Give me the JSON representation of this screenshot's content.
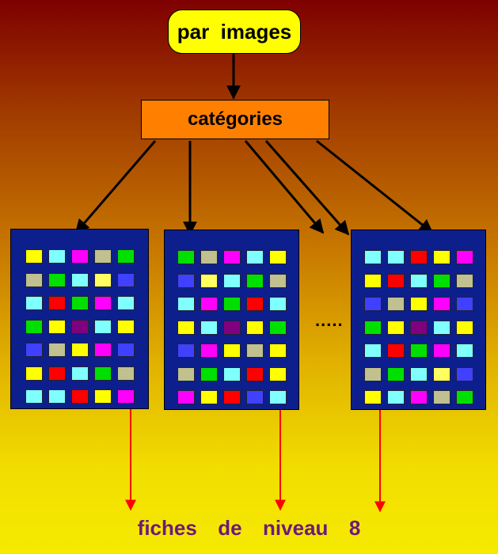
{
  "nodes": {
    "root": "par  images",
    "category": "catégories"
  },
  "ellipsis": ".....",
  "footer_label": "fiches  de  niveau  8",
  "colors": {
    "background_top": "#7e0000",
    "background_bottom": "#f6ea00",
    "root_fill": "#ffff00",
    "category_fill": "#ff8000",
    "panel_fill": "#0d1f8c",
    "arrow_black": "#000000",
    "arrow_red": "#ff0000",
    "footer_text": "#6b1a7a"
  },
  "palette": {
    "Y": "#ffff00",
    "C": "#80ffff",
    "M": "#ff00ff",
    "T": "#c0c090",
    "G": "#00e000",
    "B": "#4040ff",
    "R": "#ff0000",
    "P": "#800080",
    "L": "#ffff60"
  },
  "panels": [
    {
      "id": "panel-1",
      "grid": [
        [
          "Y",
          "C",
          "M",
          "T",
          "G"
        ],
        [
          "T",
          "G",
          "C",
          "L",
          "B"
        ],
        [
          "C",
          "R",
          "G",
          "M",
          "C"
        ],
        [
          "G",
          "Y",
          "P",
          "C",
          "Y"
        ],
        [
          "B",
          "T",
          "Y",
          "M",
          "B"
        ],
        [
          "Y",
          "R",
          "C",
          "G",
          "T"
        ],
        [
          "C",
          "C",
          "R",
          "Y",
          "M"
        ]
      ]
    },
    {
      "id": "panel-2",
      "grid": [
        [
          "G",
          "T",
          "M",
          "C",
          "Y"
        ],
        [
          "B",
          "L",
          "C",
          "G",
          "T"
        ],
        [
          "C",
          "M",
          "G",
          "R",
          "C"
        ],
        [
          "Y",
          "C",
          "P",
          "Y",
          "G"
        ],
        [
          "B",
          "M",
          "Y",
          "T",
          "Y"
        ],
        [
          "T",
          "G",
          "C",
          "R",
          "Y"
        ],
        [
          "M",
          "Y",
          "R",
          "B",
          "C"
        ]
      ]
    },
    {
      "id": "panel-3",
      "grid": [
        [
          "C",
          "C",
          "R",
          "Y",
          "M"
        ],
        [
          "Y",
          "R",
          "C",
          "G",
          "T"
        ],
        [
          "B",
          "T",
          "Y",
          "M",
          "B"
        ],
        [
          "G",
          "Y",
          "P",
          "C",
          "Y"
        ],
        [
          "C",
          "R",
          "G",
          "M",
          "C"
        ],
        [
          "T",
          "G",
          "C",
          "L",
          "B"
        ],
        [
          "Y",
          "C",
          "M",
          "T",
          "G"
        ]
      ]
    }
  ]
}
